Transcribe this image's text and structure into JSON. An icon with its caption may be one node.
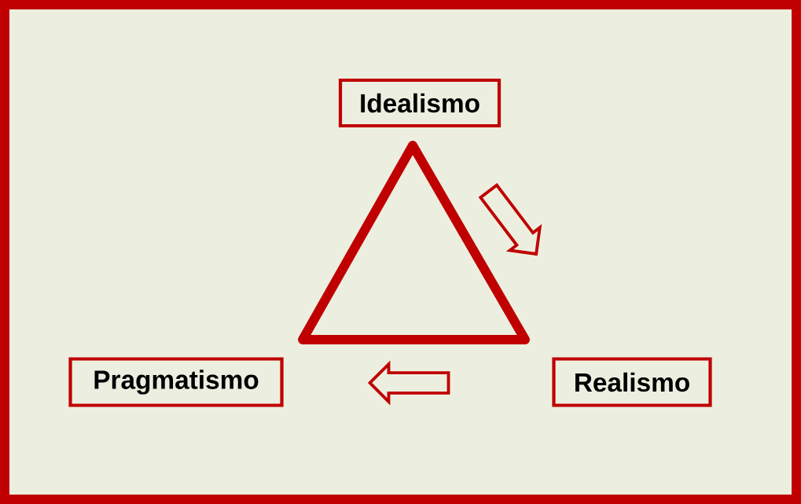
{
  "diagram": {
    "nodes": [
      {
        "text": [
          "Idealismo"
        ]
      },
      {
        "text": [
          "Realismo"
        ]
      },
      {
        "text": [
          "Pragmatismo"
        ]
      }
    ]
  }
}
